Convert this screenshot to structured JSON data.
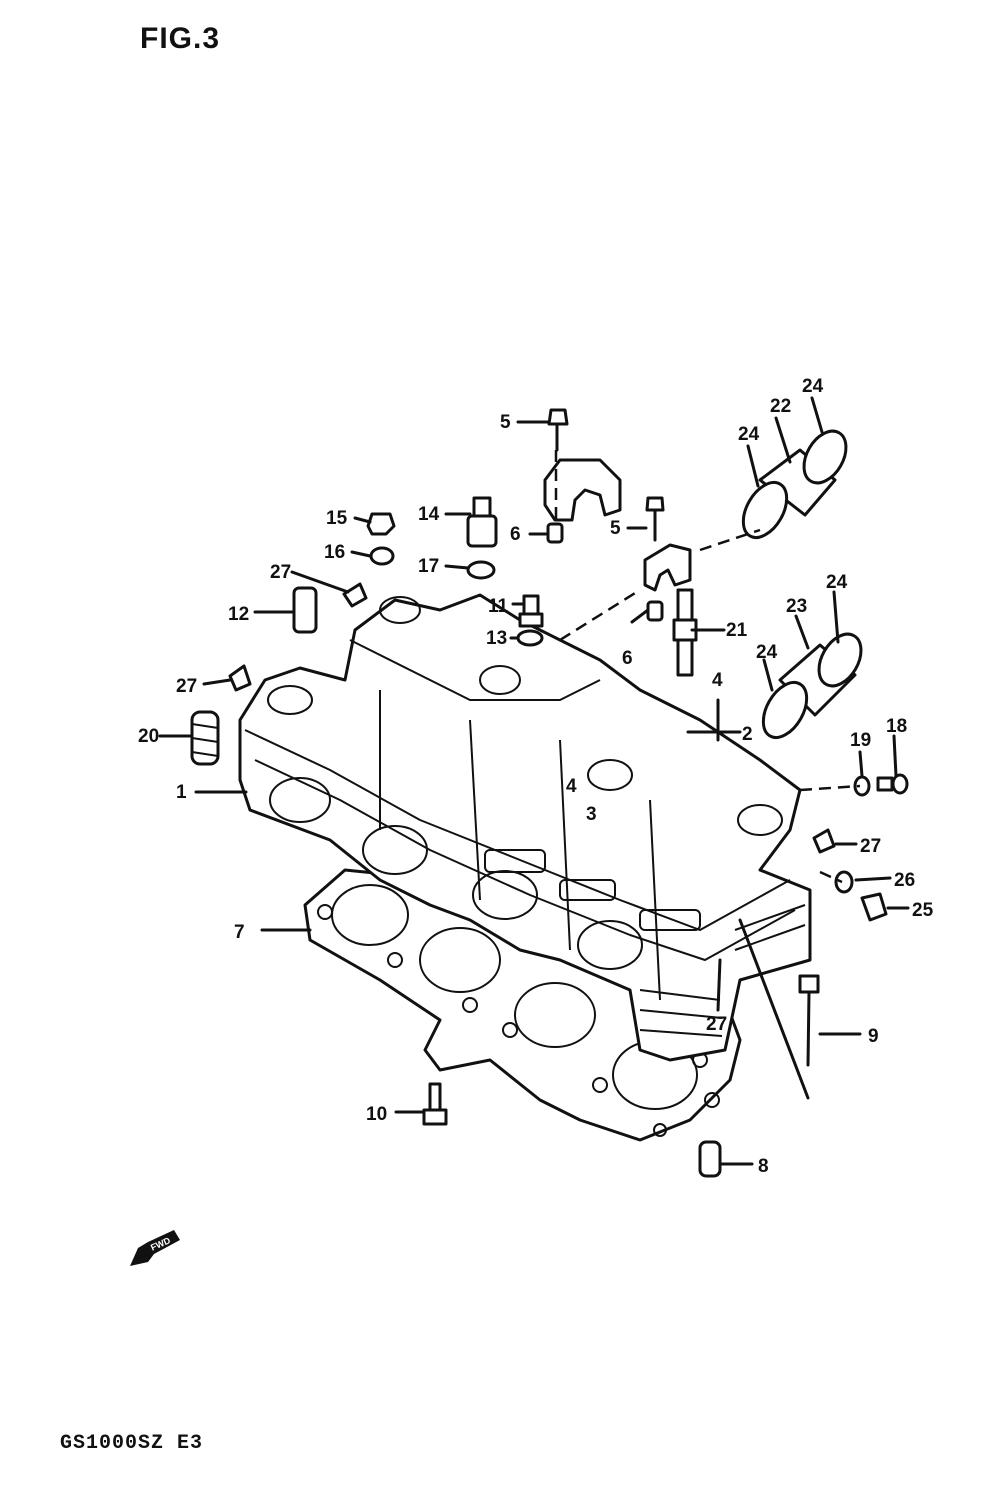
{
  "figure": {
    "title": "FIG.3",
    "model_code": "GS1000SZ E3",
    "front_arrow_label": "FWD"
  },
  "callouts": [
    {
      "id": "c1",
      "text": "1"
    },
    {
      "id": "c2a",
      "text": "2"
    },
    {
      "id": "c3",
      "text": "3"
    },
    {
      "id": "c4a",
      "text": "4"
    },
    {
      "id": "c4b",
      "text": "4"
    },
    {
      "id": "c5a",
      "text": "5"
    },
    {
      "id": "c5b",
      "text": "5"
    },
    {
      "id": "c6a",
      "text": "6"
    },
    {
      "id": "c6b",
      "text": "6"
    },
    {
      "id": "c7",
      "text": "7"
    },
    {
      "id": "c8",
      "text": "8"
    },
    {
      "id": "c9",
      "text": "9"
    },
    {
      "id": "c10",
      "text": "10"
    },
    {
      "id": "c11",
      "text": "11"
    },
    {
      "id": "c12",
      "text": "12"
    },
    {
      "id": "c13",
      "text": "13"
    },
    {
      "id": "c14",
      "text": "14"
    },
    {
      "id": "c15",
      "text": "15"
    },
    {
      "id": "c16",
      "text": "16"
    },
    {
      "id": "c17",
      "text": "17"
    },
    {
      "id": "c18",
      "text": "18"
    },
    {
      "id": "c19",
      "text": "19"
    },
    {
      "id": "c20",
      "text": "20"
    },
    {
      "id": "c21",
      "text": "21"
    },
    {
      "id": "c22",
      "text": "22"
    },
    {
      "id": "c23",
      "text": "23"
    },
    {
      "id": "c24a",
      "text": "24"
    },
    {
      "id": "c24b",
      "text": "24"
    },
    {
      "id": "c24c",
      "text": "24"
    },
    {
      "id": "c24d",
      "text": "24"
    },
    {
      "id": "c25",
      "text": "25"
    },
    {
      "id": "c26",
      "text": "26"
    },
    {
      "id": "c27a",
      "text": "27"
    },
    {
      "id": "c27b",
      "text": "27"
    },
    {
      "id": "c27c",
      "text": "27"
    },
    {
      "id": "c27d",
      "text": "27"
    }
  ]
}
